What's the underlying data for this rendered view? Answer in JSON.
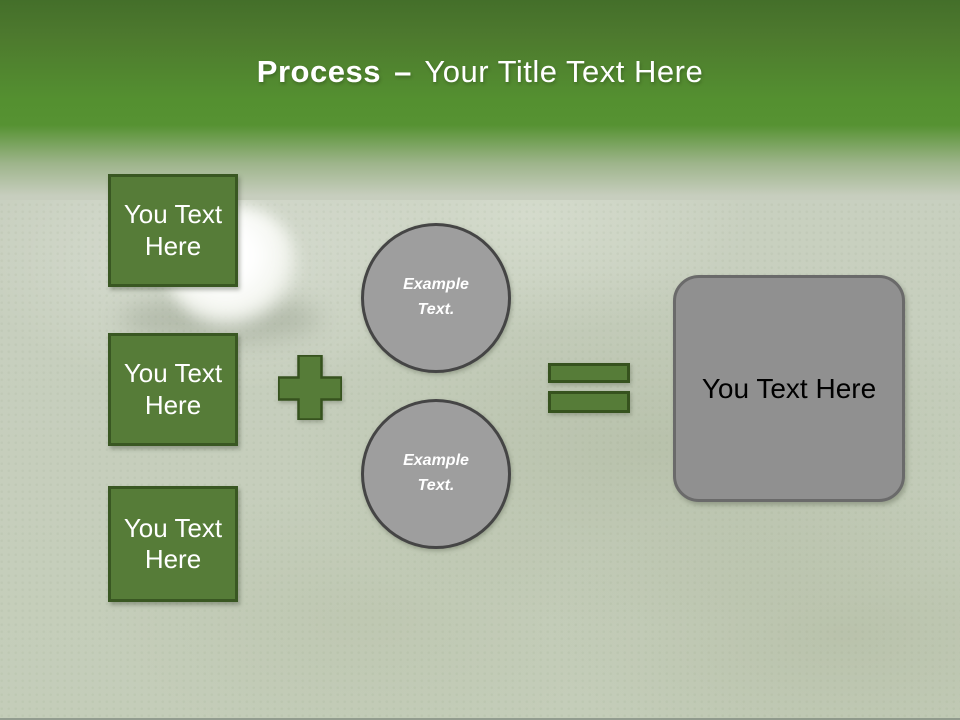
{
  "slide_title": {
    "emphasis": "Process",
    "dash": "–",
    "text": "Your Title Text Here"
  },
  "input_boxes": [
    {
      "label": "You Text Here"
    },
    {
      "label": "You Text Here"
    },
    {
      "label": "You Text Here"
    }
  ],
  "operators": {
    "plus_icon": "plus-sign",
    "equals_icon": "equals-sign"
  },
  "example_circles": [
    {
      "label": "Example Text."
    },
    {
      "label": "Example Text."
    }
  ],
  "result_box": {
    "label": "You Text Here"
  },
  "colors": {
    "accent_green": "#567c38",
    "accent_green_border": "#36521e",
    "header_green": "#569232",
    "header_green_dark": "#446f2a",
    "circle_gray": "#9e9e9e",
    "result_gray": "#909090",
    "background_light": "#c8cfbf",
    "title_text": "#ffffff"
  }
}
